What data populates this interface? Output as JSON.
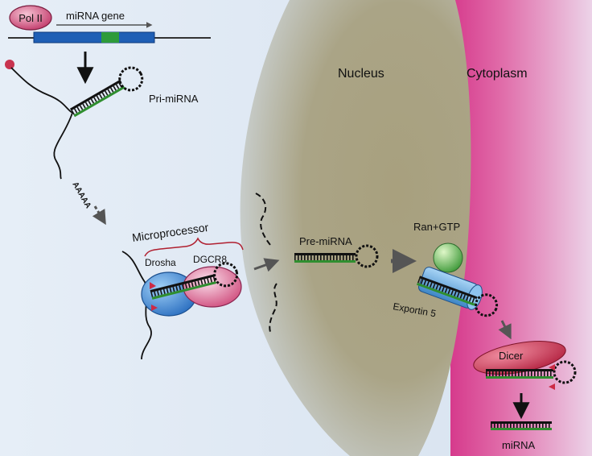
{
  "labels": {
    "pol2": "Pol II",
    "gene": "miRNA gene",
    "pri": "Pri-miRNA",
    "polyA": "AAAAA",
    "microprocessor": "Microprocessor",
    "drosha": "Drosha",
    "dgcr8": "DGCR8",
    "pre": "Pre-miRNA",
    "nucleus": "Nucleus",
    "cytoplasm": "Cytoplasm",
    "ran": "Ran+GTP",
    "exportin": "Exportin 5",
    "dicer": "Dicer",
    "mirna": "miRNA"
  },
  "colors": {
    "left_panel": "#dfe9f5",
    "nucleus": "#a59e7e",
    "membrane": "#d93b8e",
    "cytoplasm": "#eed7ec",
    "gene_bar": "#1f5fb5",
    "gene_highlight": "#2e9b3a",
    "pol2": "#c63d6e",
    "drosha": "#3a86d6",
    "dgcr8": "#e2709c",
    "ran": "#4fb34e",
    "exportin": "#5a9fd6",
    "dicer": "#c8344f",
    "rna_strand": "#2f8e2f",
    "cut_marker": "#cc2b45"
  }
}
